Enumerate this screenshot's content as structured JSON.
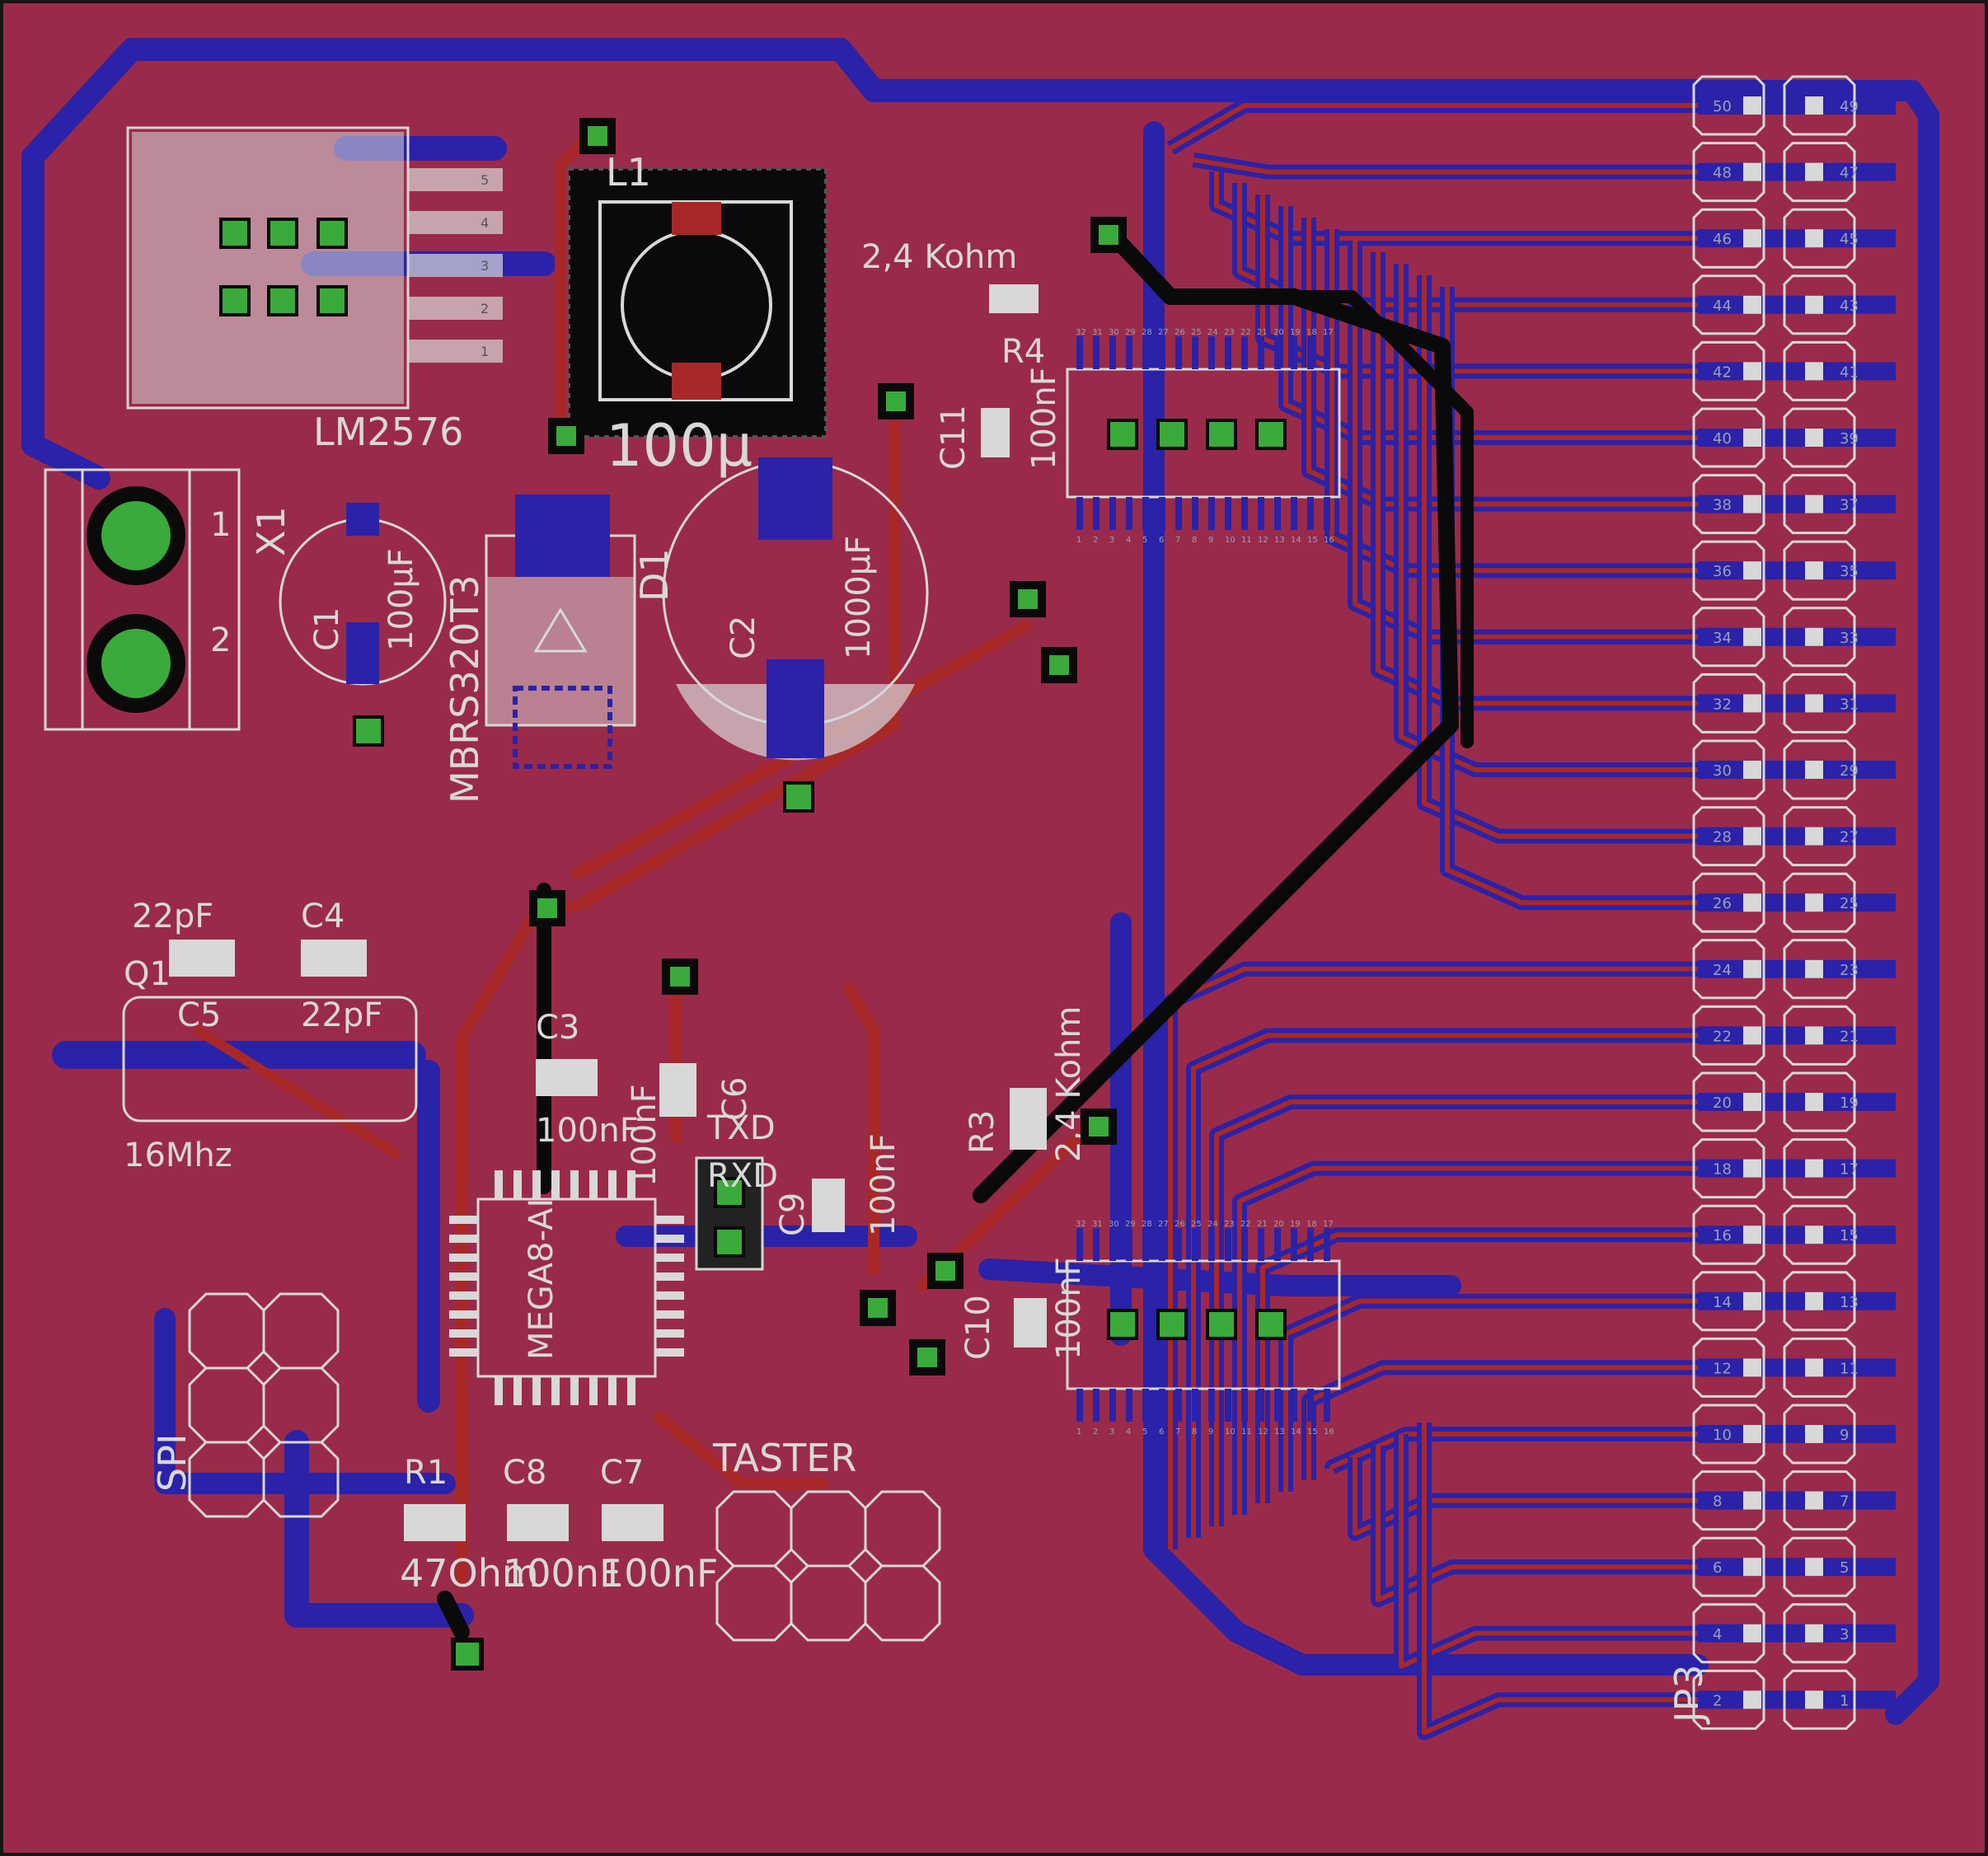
{
  "colors": {
    "board_bg": "#9a2a4a",
    "bottom_copper": "#2a22a8",
    "top_copper": "#a82828",
    "via_fill": "#3aaa3a",
    "silkscreen": "#d8d8d8",
    "pad": "#d8d8d8",
    "outline": "#151515"
  },
  "labels": {
    "lm2576": "LM2576",
    "l1": "L1",
    "l1_value": "100µ",
    "x1": "X1",
    "x1_pin1": "1",
    "x1_pin2": "2",
    "c1": "C1",
    "c1_value": "100µF",
    "mbrs": "MBRS320T3",
    "d1": "D1",
    "c2": "C2",
    "c2_value": "1000µF",
    "r4": "R4",
    "r4_value": "2,4 Kohm",
    "c11": "C11",
    "c11_value": "100nF",
    "c4": "C4",
    "c4_value": "22pF",
    "c5": "C5",
    "c5_value": "22pF",
    "q1": "Q1",
    "q1_value": "16Mhz",
    "c3": "C3",
    "c3_value": "100nF",
    "c6": "C6",
    "c6_value": "100nF",
    "txd": "TXD",
    "rxd": "RXD",
    "c9": "C9",
    "c9_value": "100nF",
    "mega8": "MEGA8-AI",
    "r3": "R3",
    "r3_value": "2,4 Kohm",
    "c10": "C10",
    "c10_value": "100nF",
    "spi": "SPI",
    "r1": "R1",
    "r1_value": "47Ohm",
    "c8": "C8",
    "c8_value": "100nF",
    "c7": "C7",
    "c7_value": "100nF",
    "taster": "TASTER",
    "jp3": "JP3"
  },
  "header_pins_left": [
    "50",
    "48",
    "46",
    "44",
    "42",
    "40",
    "38",
    "36",
    "34",
    "32",
    "30",
    "28",
    "26",
    "24",
    "22",
    "20",
    "18",
    "16",
    "14",
    "12",
    "10",
    "8",
    "6",
    "4",
    "2"
  ],
  "header_pins_right": [
    "49",
    "47",
    "45",
    "43",
    "41",
    "39",
    "37",
    "35",
    "33",
    "31",
    "29",
    "27",
    "25",
    "23",
    "21",
    "19",
    "17",
    "15",
    "13",
    "11",
    "9",
    "7",
    "5",
    "3",
    "1"
  ],
  "ic_top_pins": [
    "32",
    "31",
    "30",
    "29",
    "28",
    "27",
    "26",
    "25",
    "24",
    "23",
    "22",
    "21",
    "20",
    "19",
    "18",
    "17"
  ],
  "ic_bottom_pins": [
    "1",
    "2",
    "3",
    "4",
    "5",
    "6",
    "7",
    "8",
    "9",
    "10",
    "11",
    "12",
    "13",
    "14",
    "15",
    "16"
  ],
  "lm_pins": [
    "5",
    "4",
    "3",
    "2",
    "1"
  ]
}
